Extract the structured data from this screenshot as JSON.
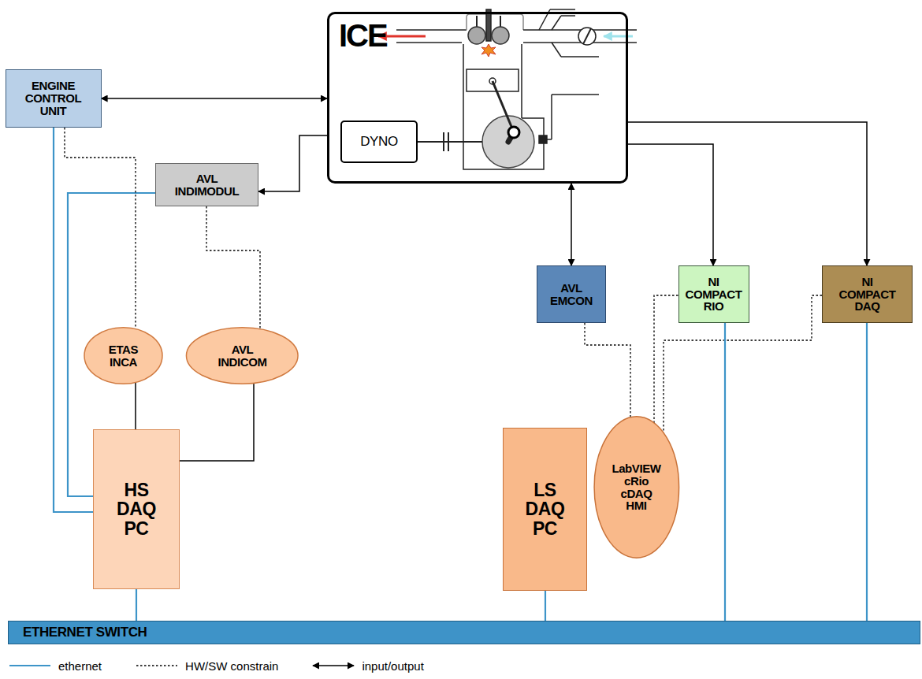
{
  "diagram": {
    "nodes": [
      {
        "text": [
          "ENGINE CONTROL UNIT"
        ]
      },
      {
        "text": [
          "ICE"
        ]
      },
      {
        "text": [
          "DYNO"
        ],
        "in": 1
      },
      {
        "text": [
          "AVL INDIMODUL"
        ]
      },
      {
        "text": [
          "AVL EMCON"
        ]
      },
      {
        "text": [
          "NI COMPACT RIO"
        ]
      },
      {
        "text": [
          "NI COMPACT DAQ"
        ]
      },
      {
        "text": [
          "ETAS INCA"
        ]
      },
      {
        "text": [
          "AVL INDICOM"
        ]
      },
      {
        "text": [
          "HS DAQ PC"
        ]
      },
      {
        "text": [
          "LS DAQ PC"
        ]
      },
      {
        "text": [
          "LabVIEW cRio cDAQ HMI"
        ]
      },
      {
        "text": [
          "ETHERNET SWITCH"
        ]
      }
    ],
    "edges": [
      {
        "from": 0,
        "to": 1,
        "arrow": "both"
      },
      {
        "from": 1,
        "to": 3,
        "arrow": "to"
      },
      {
        "from": 1,
        "to": 4,
        "arrow": "both"
      },
      {
        "from": 1,
        "to": 5,
        "arrow": "to"
      },
      {
        "from": 1,
        "to": 6,
        "arrow": "to"
      },
      {
        "from": 0,
        "to": 9,
        "arrow": "none"
      },
      {
        "from": 3,
        "to": 9,
        "arrow": "none"
      },
      {
        "from": 0,
        "to": 7,
        "arrow": "none"
      },
      {
        "from": 3,
        "to": 8,
        "arrow": "none"
      },
      {
        "from": 7,
        "to": 9,
        "arrow": "none"
      },
      {
        "from": 8,
        "to": 9,
        "arrow": "none"
      },
      {
        "from": 4,
        "to": 11,
        "arrow": "none"
      },
      {
        "from": 5,
        "to": 11,
        "arrow": "none"
      },
      {
        "from": 6,
        "to": 11,
        "arrow": "none"
      },
      {
        "from": 9,
        "to": 12,
        "arrow": "none"
      },
      {
        "from": 10,
        "to": 12,
        "arrow": "none"
      },
      {
        "from": 5,
        "to": 12,
        "arrow": "none"
      },
      {
        "from": 6,
        "to": 12,
        "arrow": "none"
      }
    ],
    "legend": [
      {
        "text": "ethernet"
      },
      {
        "text": "HW/SW constrain"
      },
      {
        "text": "input/output"
      }
    ]
  }
}
